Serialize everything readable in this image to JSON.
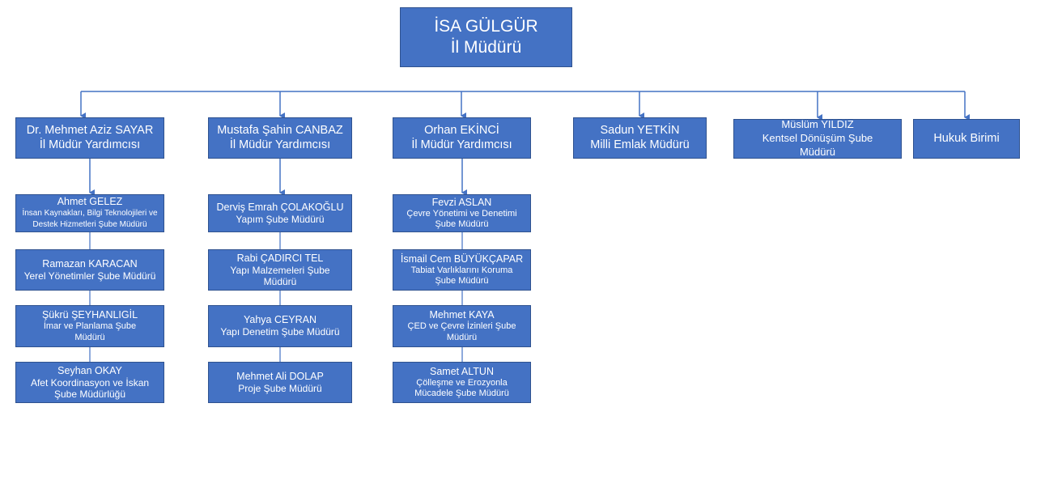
{
  "colors": {
    "box_fill": "#4472C4",
    "box_border": "#2F528F",
    "connector": "#4472C4",
    "text": "#FFFFFF"
  },
  "root": {
    "name": "İSA GÜLGÜR",
    "title": "İl Müdürü"
  },
  "level1": [
    {
      "name": "Dr. Mehmet Aziz SAYAR",
      "title": "İl Müdür Yardımcısı",
      "children": [
        {
          "name": "Ahmet GELEZ",
          "title": "İnsan Kaynakları, Bilgi Teknolojileri ve Destek Hizmetleri Şube Müdürü"
        },
        {
          "name": "Ramazan KARACAN",
          "title": "Yerel Yönetimler Şube Müdürü"
        },
        {
          "name": "Şükrü ŞEYHANLIGİL",
          "title": "İmar ve Planlama Şube Müdürü"
        },
        {
          "name": "Seyhan OKAY",
          "title": "Afet Koordinasyon ve İskan Şube Müdürlüğü"
        }
      ]
    },
    {
      "name": "Mustafa Şahin CANBAZ",
      "title": "İl Müdür Yardımcısı",
      "children": [
        {
          "name": "Derviş Emrah ÇOLAKOĞLU",
          "title": "Yapım Şube Müdürü"
        },
        {
          "name": "Rabi ÇADIRCI TEL",
          "title": "Yapı Malzemeleri Şube Müdürü"
        },
        {
          "name": "Yahya CEYRAN",
          "title": "Yapı Denetim Şube Müdürü"
        },
        {
          "name": "Mehmet Ali DOLAP",
          "title": "Proje Şube Müdürü"
        }
      ]
    },
    {
      "name": "Orhan EKİNCİ",
      "title": "İl Müdür Yardımcısı",
      "children": [
        {
          "name": "Fevzi ASLAN",
          "title": "Çevre Yönetimi ve Denetimi Şube Müdürü"
        },
        {
          "name": "İsmail Cem BÜYÜKÇAPAR",
          "title": "Tabiat Varlıklarını Koruma Şube Müdürü"
        },
        {
          "name": "Mehmet KAYA",
          "title": "ÇED ve Çevre İzinleri Şube Müdürü"
        },
        {
          "name": "Samet ALTUN",
          "title": "Çölleşme ve Erozyonla Mücadele Şube Müdürü"
        }
      ]
    },
    {
      "name": "Sadun YETKİN",
      "title": "Milli Emlak Müdürü",
      "children": []
    },
    {
      "name": "Müslüm YILDIZ",
      "title": "Kentsel Dönüşüm Şube Müdürü",
      "children": []
    },
    {
      "name": "",
      "title": "Hukuk Birimi",
      "children": []
    }
  ]
}
